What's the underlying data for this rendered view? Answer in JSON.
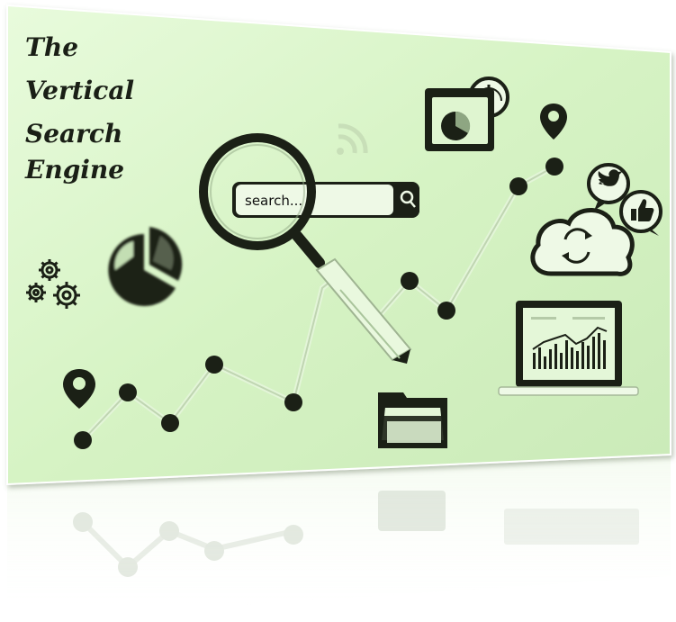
{
  "title": {
    "lines": [
      "The",
      "Vertical",
      "Search",
      "Engine"
    ]
  },
  "search": {
    "text": "search..."
  },
  "colors": {
    "card": "#d8f5c8",
    "ink": "#1b2016"
  },
  "icons": [
    "gears-icon",
    "pie-chart-icon",
    "magnifier-icon",
    "pencil-icon",
    "rss-icon",
    "gauge-icon",
    "monitor-chart-icon",
    "map-pin-icon",
    "twitter-bubble-icon",
    "like-bubble-icon",
    "cloud-sync-icon",
    "laptop-chart-icon",
    "folder-icon"
  ]
}
